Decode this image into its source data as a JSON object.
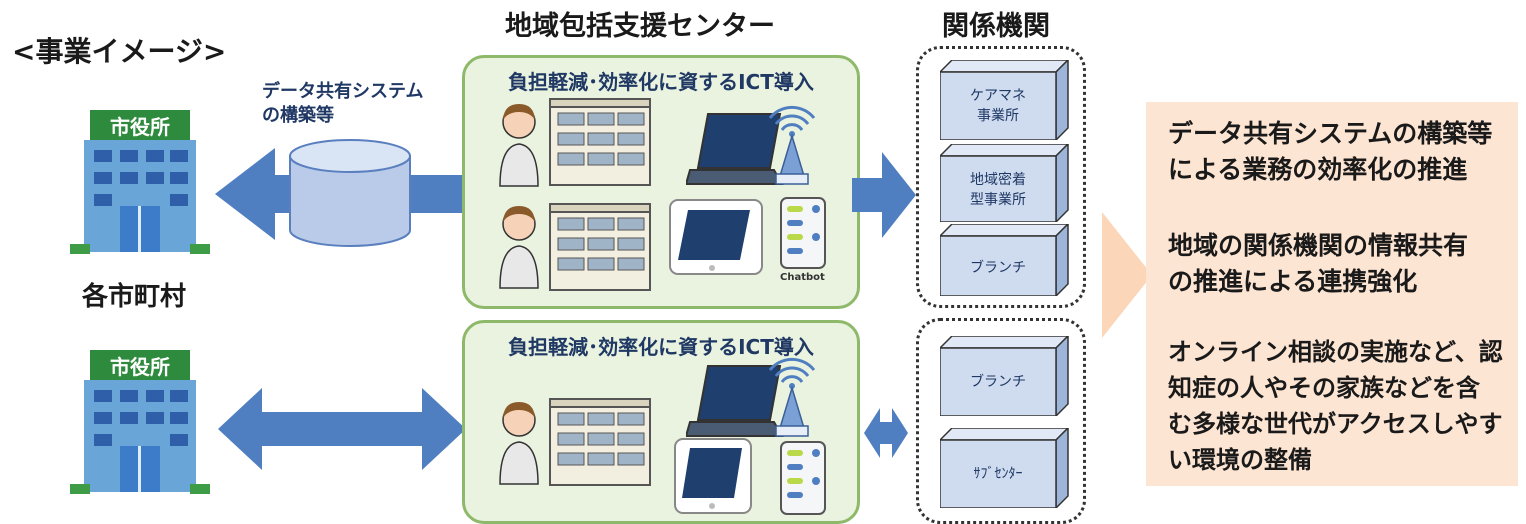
{
  "header": {
    "title": "<事業イメージ>"
  },
  "labels": {
    "center_heading": "地域包括支援センター",
    "agencies_heading": "関係機関",
    "data_system_line1": "データ共有システム",
    "data_system_line2": "の構築等",
    "municipalities": "各市町村",
    "city_hall_sign": "市役所",
    "chatbot": "Chatbot"
  },
  "panels": [
    {
      "title": "負担軽減･効率化に資するICT導入"
    },
    {
      "title": "負担軽減･効率化に資するICT導入"
    }
  ],
  "agencies_top": [
    {
      "line1": "ケアマネ",
      "line2": "事業所"
    },
    {
      "line1": "地域密着",
      "line2": "型事業所"
    },
    {
      "line1": "ブランチ",
      "line2": ""
    }
  ],
  "agencies_bottom": [
    {
      "line1": "ブランチ",
      "line2": ""
    },
    {
      "line1": "ｻﾌﾞｾﾝﾀｰ",
      "line2": ""
    }
  ],
  "outcomes": [
    {
      "lines": [
        "データ共有システムの構築等",
        "による業務の効率化の推進"
      ]
    },
    {
      "lines": [
        "地域の関係機関の情報共有",
        "の推進による連携強化"
      ]
    },
    {
      "lines": [
        "オンライン相談の実施など、認",
        "知症の人やその家族などを含",
        "む多様な世代がアクセスしやす",
        "い環境の整備"
      ]
    }
  ],
  "colors": {
    "arrow_blue": "#4f7fc1",
    "panel_green_fill": "#eaf3df",
    "panel_green_border": "#8fb96a",
    "peach": "#fde5d3",
    "cube_blue": "#cfdcf0",
    "building_green": "#2e8b3d"
  }
}
